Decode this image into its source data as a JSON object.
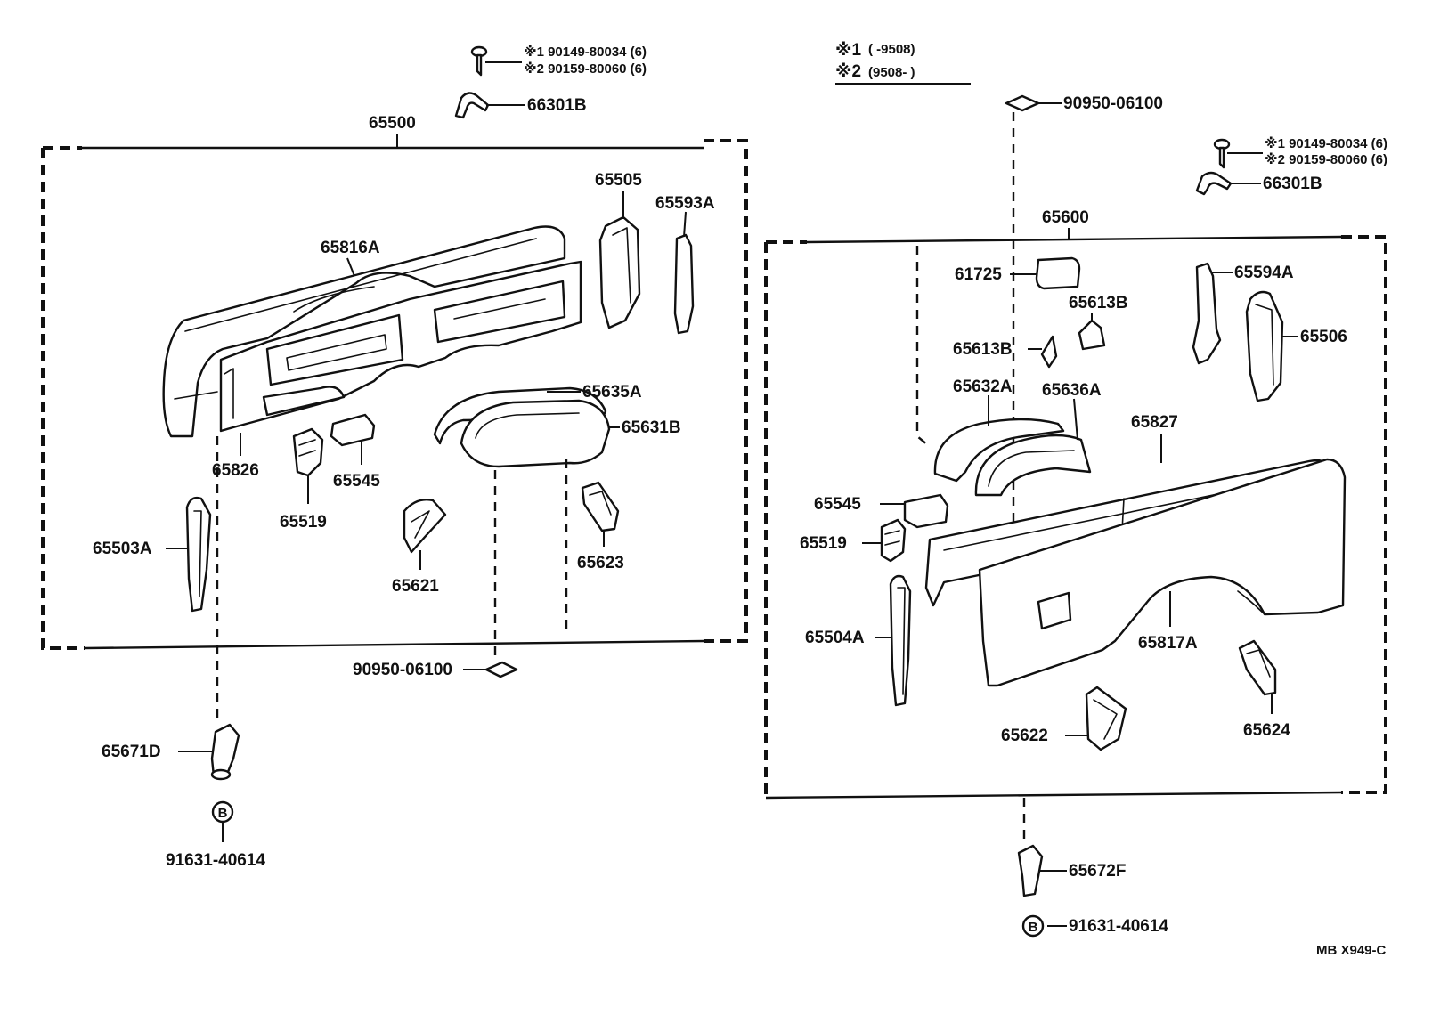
{
  "legend": {
    "mark1": "※1",
    "mark2": "※2",
    "range1": "(      -9508)",
    "range2": "(9508-        )"
  },
  "left_assembly": {
    "group_label": "65500",
    "screw_1": "※1 90149-80034 (6)",
    "screw_2": "※2 90159-80060 (6)",
    "hook": "66301B",
    "parts": {
      "p65816A": "65816A",
      "p65505": "65505",
      "p65593A": "65593A",
      "p65635A": "65635A",
      "p65631B": "65631B",
      "p65826": "65826",
      "p65545": "65545",
      "p65519": "65519",
      "p65503A": "65503A",
      "p65621": "65621",
      "p65623": "65623"
    },
    "plug": "90950-06100",
    "bracket": "65671D",
    "bolt_mark": "B",
    "bolt": "91631-40614"
  },
  "right_assembly": {
    "group_label": "65600",
    "plug": "90950-06100",
    "screw_1": "※1 90149-80034 (6)",
    "screw_2": "※2 90159-80060 (6)",
    "hook": "66301B",
    "parts": {
      "p61725": "61725",
      "p65613B_a": "65613B",
      "p65613B_b": "65613B",
      "p65594A": "65594A",
      "p65506": "65506",
      "p65632A": "65632A",
      "p65636A": "65636A",
      "p65827": "65827",
      "p65545": "65545",
      "p65519": "65519",
      "p65504A": "65504A",
      "p65817A": "65817A",
      "p65622": "65622",
      "p65624": "65624"
    },
    "bracket": "65672F",
    "bolt_mark": "B",
    "bolt": "91631-40614"
  },
  "drawing_code": "MB X949-C"
}
